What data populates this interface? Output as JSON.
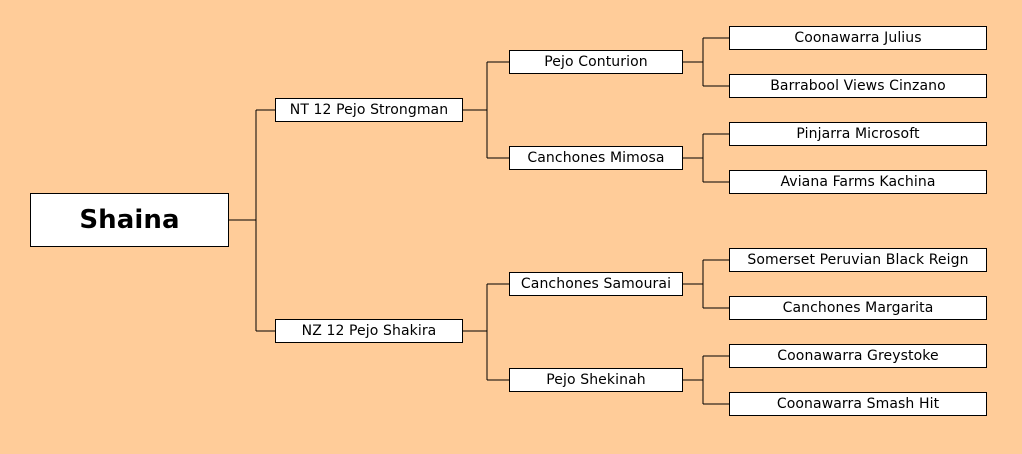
{
  "pedigree": {
    "subject": "Shaina",
    "sire": "NT 12 Pejo Strongman",
    "dam": "NZ 12 Pejo Shakira",
    "sire_sire": "Pejo Conturion",
    "sire_dam": "Canchones Mimosa",
    "dam_sire": "Canchones Samourai",
    "dam_dam": "Pejo Shekinah",
    "sire_sire_sire": "Coonawarra Julius",
    "sire_sire_dam": "Barrabool Views Cinzano",
    "sire_dam_sire": "Pinjarra Microsoft",
    "sire_dam_dam": "Aviana Farms Kachina",
    "dam_sire_sire": "Somerset Peruvian Black Reign",
    "dam_sire_dam": "Canchones Margarita",
    "dam_dam_sire": "Coonawarra Greystoke",
    "dam_dam_dam": "Coonawarra Smash Hit"
  },
  "colors": {
    "background": "#ffcc99",
    "box_fill": "#ffffff",
    "box_border": "#000000",
    "connector": "#000000"
  }
}
